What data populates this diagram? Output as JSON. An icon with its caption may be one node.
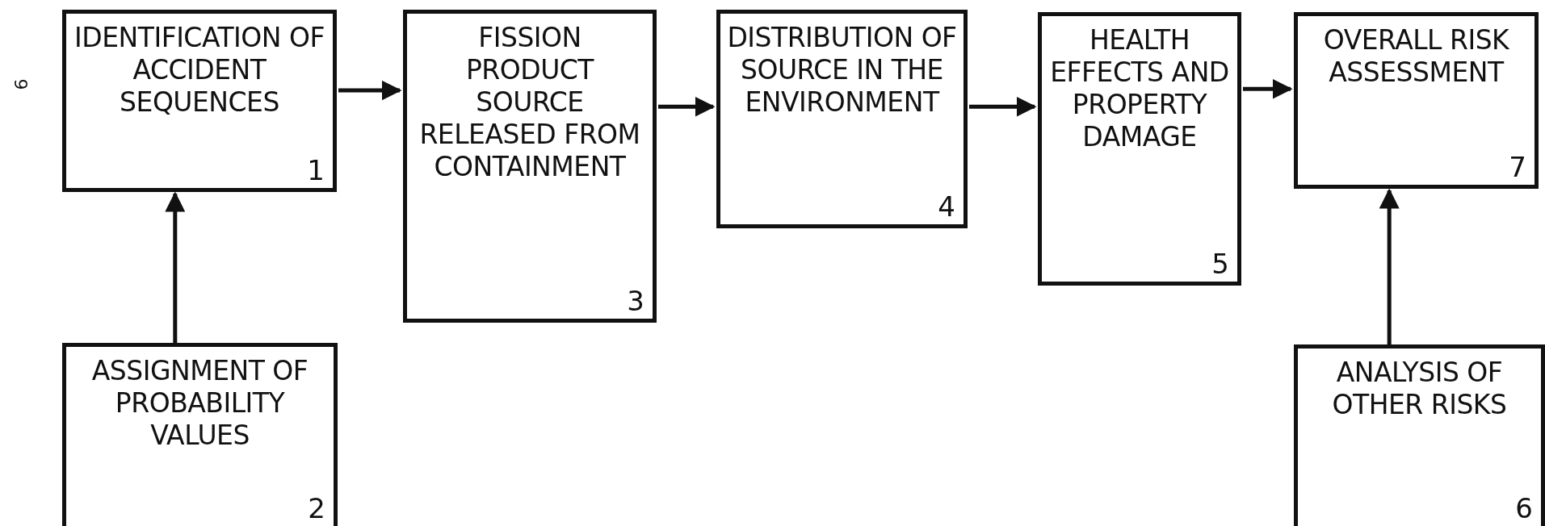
{
  "diagram": {
    "nodes": [
      {
        "text": [
          "IDENTIFICATION OF ACCIDENT SEQUENCES",
          "1"
        ]
      },
      {
        "text": [
          "FISSION PRODUCT SOURCE RELEASED FROM CONTAINMENT",
          "3"
        ]
      },
      {
        "text": [
          "DISTRIBUTION OF SOURCE IN THE ENVIRONMENT",
          "4"
        ]
      },
      {
        "text": [
          "HEALTH EFFECTS AND PROPERTY DAMAGE",
          "5"
        ]
      },
      {
        "text": [
          "OVERALL RISK ASSESSMENT",
          "7"
        ]
      },
      {
        "text": [
          "ASSIGNMENT OF PROBABILITY VALUES",
          "2"
        ]
      },
      {
        "text": [
          "ANALYSIS OF OTHER RISKS",
          "6"
        ]
      }
    ],
    "edges": [
      {
        "from": 0,
        "to": 1,
        "arrow": "to"
      },
      {
        "from": 1,
        "to": 2,
        "arrow": "to"
      },
      {
        "from": 2,
        "to": 3,
        "arrow": "to"
      },
      {
        "from": 3,
        "to": 4,
        "arrow": "to"
      },
      {
        "from": 5,
        "to": 0,
        "arrow": "to"
      },
      {
        "from": 6,
        "to": 4,
        "arrow": "to"
      }
    ],
    "labels": [
      "9"
    ]
  }
}
